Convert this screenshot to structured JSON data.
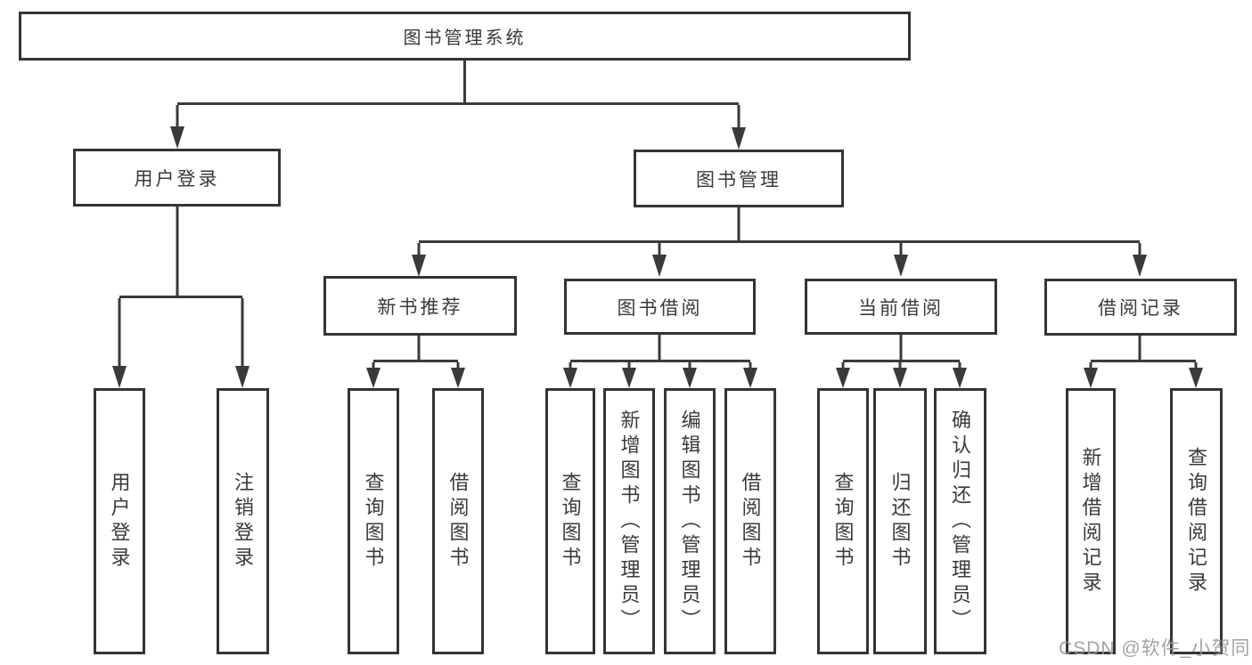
{
  "tree": {
    "root": {
      "label": "图书管理系统"
    },
    "branches": [
      {
        "label": "用户登录",
        "leaves": [
          "用户登录",
          "注销登录"
        ]
      },
      {
        "label": "图书管理",
        "groups": [
          {
            "label": "新书推荐",
            "leaves": [
              "查询图书",
              "借阅图书"
            ]
          },
          {
            "label": "图书借阅",
            "leaves": [
              "查询图书",
              "新增图书（管理员）",
              "编辑图书（管理员）",
              "借阅图书"
            ]
          },
          {
            "label": "当前借阅",
            "leaves": [
              "查询图书",
              "归还图书",
              "确认归还（管理员）"
            ]
          },
          {
            "label": "借阅记录",
            "leaves": [
              "新增借阅记录",
              "查询借阅记录"
            ]
          }
        ]
      }
    ]
  },
  "watermark": "CSDN @软件_小贺同学",
  "colors": {
    "line": "#3a3a3a",
    "box_border": "#343434",
    "text": "#3a3a3a",
    "watermark": "#9a9a9a",
    "background": "#ffffff"
  }
}
